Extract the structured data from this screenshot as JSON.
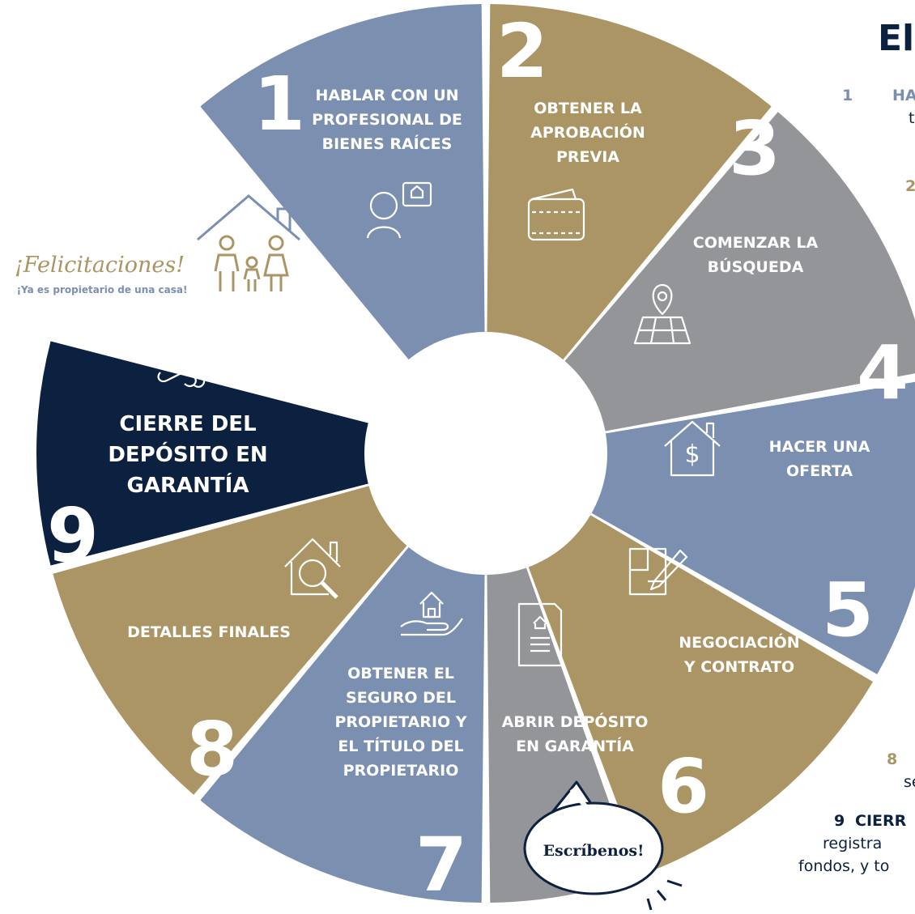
{
  "title": "El",
  "colors": {
    "blue": "#7b8fb0",
    "gold": "#ab9564",
    "gray": "#939598",
    "navy": "#0c2140",
    "white": "#ffffff"
  },
  "steps": [
    {
      "number": "1",
      "lines": [
        "HABLAR CON UN",
        "PROFESIONAL DE",
        "BIENES RAÍCES"
      ],
      "icon": "agent-chat-icon"
    },
    {
      "number": "2",
      "lines": [
        "OBTENER LA",
        "APROBACIÓN",
        "PREVIA"
      ],
      "icon": "wallet-icon"
    },
    {
      "number": "3",
      "lines": [
        "COMENZAR LA",
        "BÚSQUEDA"
      ],
      "icon": "map-pin-icon"
    },
    {
      "number": "4",
      "lines": [
        "HACER UNA",
        "OFERTA"
      ],
      "icon": "house-dollar-icon"
    },
    {
      "number": "5",
      "lines": [
        "NEGOCIACIÓN",
        "Y CONTRATO"
      ],
      "icon": "blueprint-pencil-icon"
    },
    {
      "number": "6",
      "lines": [
        "ABRIR DEPÓSITO",
        "EN GARANTÍA"
      ],
      "icon": "document-icon"
    },
    {
      "number": "7",
      "lines": [
        "OBTENER EL",
        "SEGURO DEL",
        "PROPIETARIO Y",
        "EL TÍTULO DEL",
        "PROPIETARIO"
      ],
      "icon": "hand-house-icon"
    },
    {
      "number": "8",
      "lines": [
        "DETALLES FINALES"
      ],
      "icon": "house-magnifier-icon"
    },
    {
      "number": "9",
      "lines": [
        "CIERRE DEL",
        "DEPÓSITO EN",
        "GARANTÍA"
      ],
      "icon": "handshake-icon"
    }
  ],
  "congrats": {
    "heading": "¡Felicitaciones!",
    "subtext": "¡Ya es propietario de una casa!"
  },
  "bubble": {
    "label": "Escríbenos!"
  },
  "side_list": [
    {
      "num": "1",
      "text": "HA"
    },
    {
      "num": "",
      "text": "t"
    },
    {
      "num": "2",
      "text": ""
    },
    {
      "num": "8",
      "text": ""
    },
    {
      "num": "",
      "text": "se"
    },
    {
      "num": "9",
      "text": "CIERR"
    },
    {
      "num": "",
      "text": "registra"
    },
    {
      "num": "",
      "text": "fondos, y to"
    }
  ]
}
